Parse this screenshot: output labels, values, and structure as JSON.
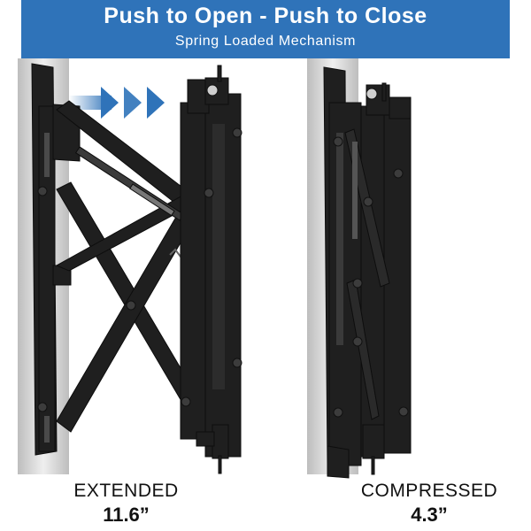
{
  "banner": {
    "title": "Push to Open - Push to Close",
    "subtitle": "Spring Loaded Mechanism",
    "color": "#2f73b9"
  },
  "left_panel": {
    "state": "EXTENDED",
    "dimension": "11.6”"
  },
  "right_panel": {
    "state": "COMPRESSED",
    "dimension": "4.3”"
  },
  "colors": {
    "mount": "#1f1f1f",
    "wall_post": "#dcdcdc",
    "arrow": "#2f73b9"
  },
  "icons": [
    "push-arrows-icon"
  ]
}
